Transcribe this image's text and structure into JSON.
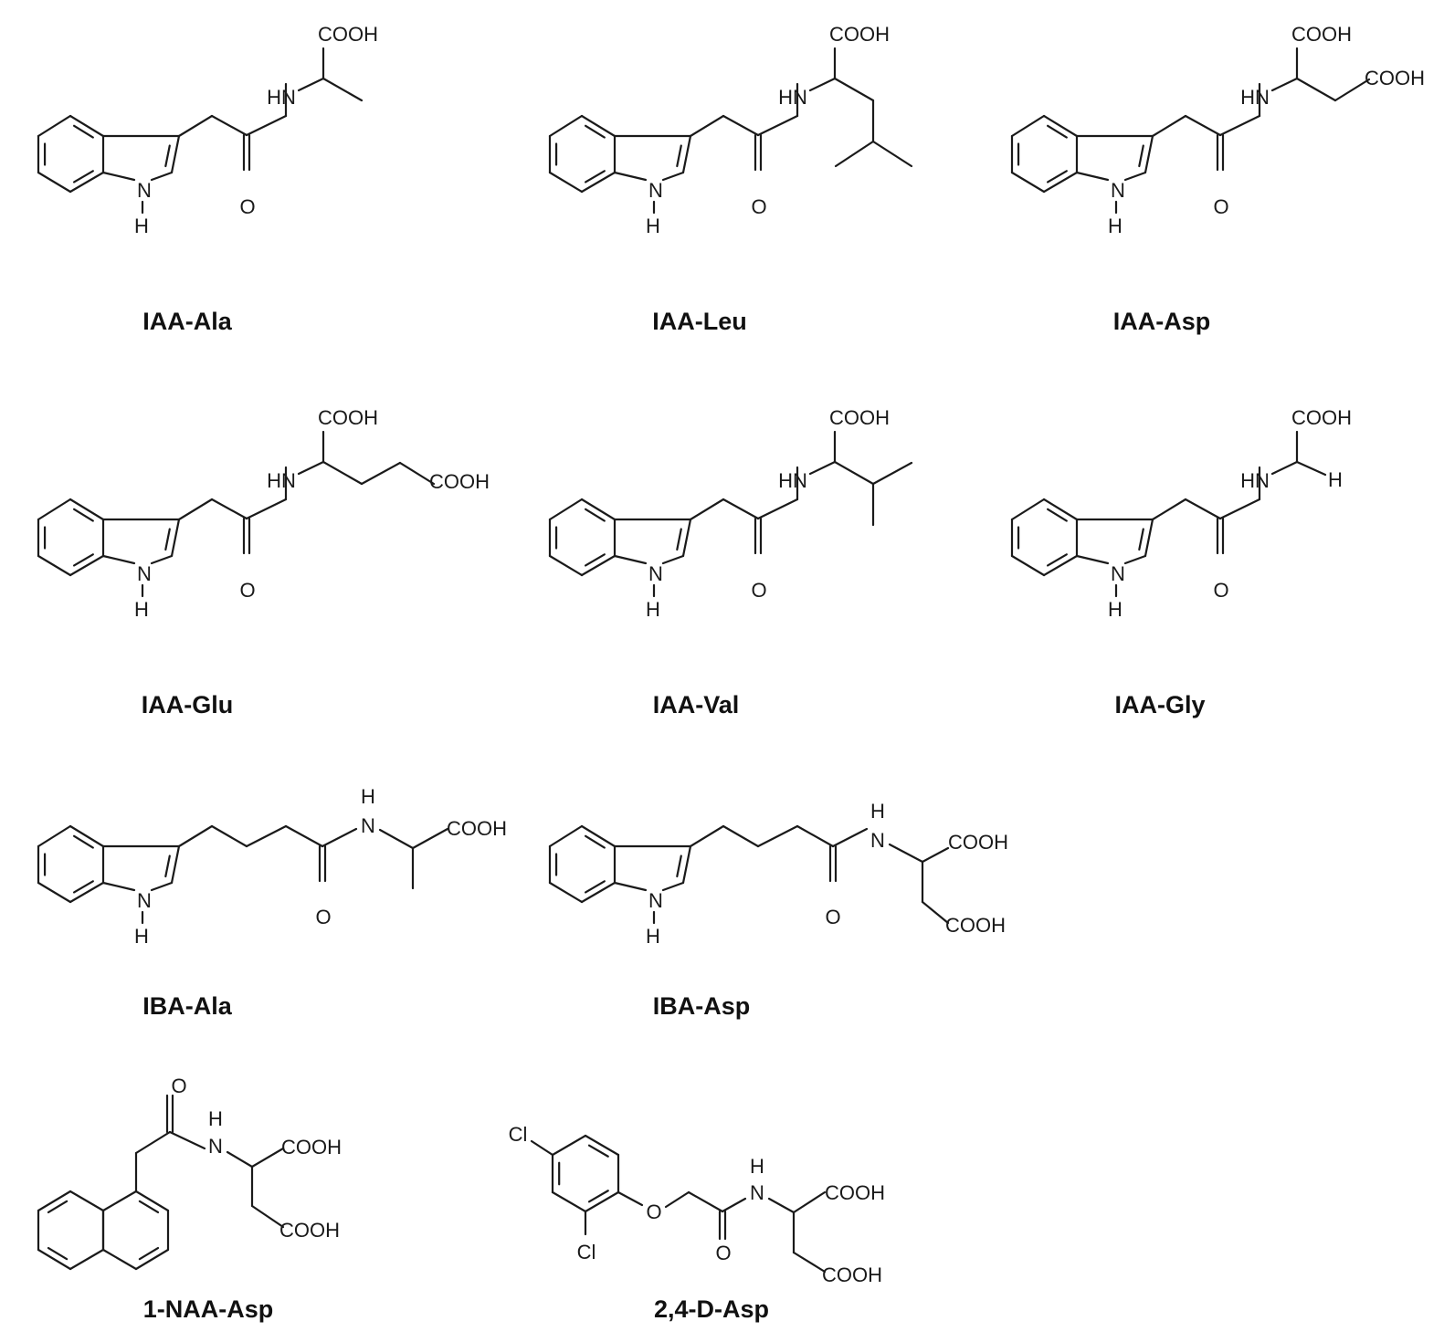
{
  "compounds": [
    {
      "name": "IAA-Ala"
    },
    {
      "name": "IAA-Leu"
    },
    {
      "name": "IAA-Asp"
    },
    {
      "name": "IAA-Glu"
    },
    {
      "name": "IAA-Val"
    },
    {
      "name": "IAA-Gly"
    },
    {
      "name": "IBA-Ala"
    },
    {
      "name": "IBA-Asp"
    },
    {
      "name": "1-NAA-Asp"
    },
    {
      "name": "2,4-D-Asp"
    }
  ],
  "atoms": {
    "carboxyl": "COOH",
    "amine": "HN",
    "amide_n": "N",
    "hydrogen": "H",
    "carbonyl_o": "O",
    "ether_o": "O",
    "ring_nh": "N",
    "chlorine": "Cl"
  }
}
